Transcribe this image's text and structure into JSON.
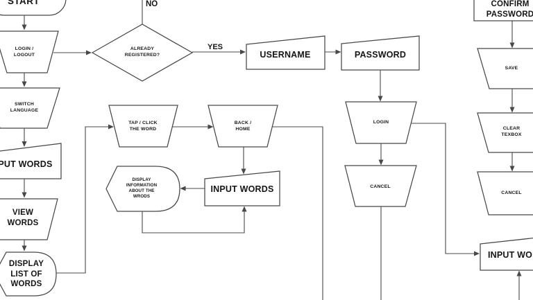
{
  "diagram_type": "flowchart",
  "colors": {
    "line": "#484848",
    "text": "#151515",
    "background": "#ffffff"
  },
  "nodes": {
    "start": {
      "label": "START",
      "shape": "terminator"
    },
    "login_logout": {
      "lines": [
        "LOGIN /",
        "LOGOUT"
      ],
      "shape": "trapezoid"
    },
    "switch_language": {
      "lines": [
        "SWITCH",
        "LANGUAGE"
      ],
      "shape": "trapezoid"
    },
    "input_words_left": {
      "label": "INPUT WORDS",
      "shape": "manual-input"
    },
    "view_words": {
      "lines": [
        "VIEW",
        "WORDS"
      ],
      "shape": "trapezoid"
    },
    "display_list": {
      "lines": [
        "DISPLAY",
        "LIST OF",
        "WORDS"
      ],
      "shape": "display"
    },
    "already_registered": {
      "lines": [
        "ALREADY",
        "REGISTERED?"
      ],
      "shape": "decision"
    },
    "tap_click": {
      "lines": [
        "TAP / CLICK",
        "THE WORD"
      ],
      "shape": "trapezoid"
    },
    "back_home": {
      "lines": [
        "BACK /",
        "HOME"
      ],
      "shape": "trapezoid"
    },
    "display_info": {
      "lines": [
        "DISPLAY",
        "INFORMATION",
        "ABOUT THE",
        "WRODS"
      ],
      "shape": "display"
    },
    "input_words_mid": {
      "label": "INPUT WORDS",
      "shape": "manual-input"
    },
    "username": {
      "label": "USERNAME",
      "shape": "manual-input"
    },
    "password": {
      "label": "PASSWORD",
      "shape": "manual-input"
    },
    "login": {
      "label": "LOGIN",
      "shape": "trapezoid"
    },
    "cancel_mid": {
      "label": "CANCEL",
      "shape": "trapezoid"
    },
    "confirm_password": {
      "lines": [
        "CONFIRM",
        "PASSWORD"
      ],
      "shape": "process"
    },
    "save": {
      "label": "SAVE",
      "shape": "trapezoid"
    },
    "clear_texbox": {
      "lines": [
        "CLEAR",
        "TEXBOX"
      ],
      "shape": "trapezoid"
    },
    "cancel_right": {
      "label": "CANCEL",
      "shape": "trapezoid"
    },
    "input_words_br": {
      "label": "INPUT WORDS",
      "shape": "manual-input"
    }
  },
  "edge_labels": {
    "no": "NO",
    "yes": "YES"
  }
}
